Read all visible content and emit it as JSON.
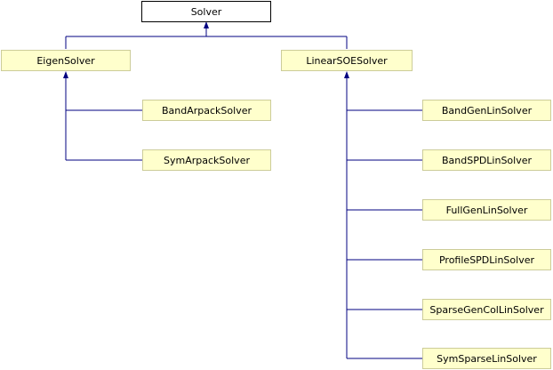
{
  "colors": {
    "edge": "#000080",
    "node_fill": "#ffffcc",
    "node_border": "#cccc99",
    "root_fill": "#ffffff",
    "root_border": "#000000"
  },
  "diagram": {
    "root": {
      "id": "solver",
      "label": "Solver"
    },
    "level1": [
      {
        "id": "eigen-solver",
        "label": "EigenSolver",
        "parent": "solver"
      },
      {
        "id": "linear-soe-solver",
        "label": "LinearSOESolver",
        "parent": "solver"
      }
    ],
    "eigen_children": [
      {
        "id": "band-arpack-solver",
        "label": "BandArpackSolver",
        "parent": "eigen-solver"
      },
      {
        "id": "sym-arpack-solver",
        "label": "SymArpackSolver",
        "parent": "eigen-solver"
      }
    ],
    "linear_children": [
      {
        "id": "band-gen-lin-solver",
        "label": "BandGenLinSolver",
        "parent": "linear-soe-solver"
      },
      {
        "id": "band-spd-lin-solver",
        "label": "BandSPDLinSolver",
        "parent": "linear-soe-solver"
      },
      {
        "id": "full-gen-lin-solver",
        "label": "FullGenLinSolver",
        "parent": "linear-soe-solver"
      },
      {
        "id": "profile-spd-lin-solver",
        "label": "ProfileSPDLinSolver",
        "parent": "linear-soe-solver"
      },
      {
        "id": "sparse-gen-col-lin-solver",
        "label": "SparseGenColLinSolver",
        "parent": "linear-soe-solver"
      },
      {
        "id": "sym-sparse-lin-solver",
        "label": "SymSparseLinSolver",
        "parent": "linear-soe-solver"
      }
    ]
  }
}
